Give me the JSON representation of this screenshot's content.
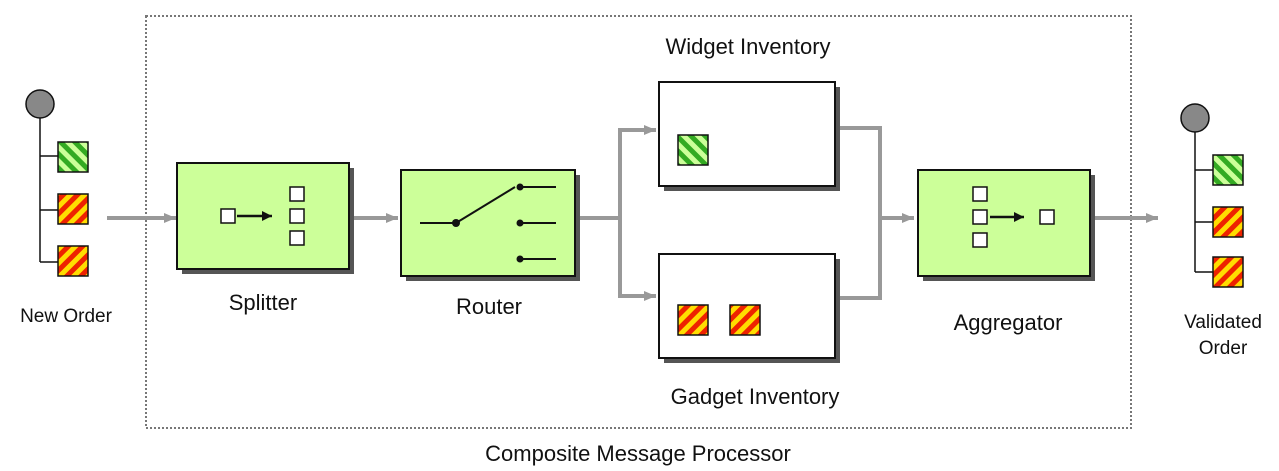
{
  "diagram": {
    "container_label": "Composite Message Processor",
    "input": {
      "label": "New Order",
      "items": [
        "widget",
        "gadget",
        "gadget"
      ]
    },
    "output": {
      "label_line1": "Validated",
      "label_line2": "Order",
      "items": [
        "widget",
        "gadget",
        "gadget"
      ]
    },
    "splitter": {
      "label": "Splitter"
    },
    "router": {
      "label": "Router"
    },
    "widget_inventory": {
      "label": "Widget Inventory",
      "items": [
        "widget"
      ]
    },
    "gadget_inventory": {
      "label": "Gadget Inventory",
      "items": [
        "gadget",
        "gadget"
      ]
    },
    "aggregator": {
      "label": "Aggregator"
    }
  },
  "colors": {
    "component_fill": "#ccff99",
    "widget_stripe_a": "#33aa22",
    "widget_stripe_b": "#ccff99",
    "gadget_stripe_a": "#ee2200",
    "gadget_stripe_b": "#ffdd00",
    "arrow": "#999999",
    "endpoint_circle": "#888888"
  }
}
